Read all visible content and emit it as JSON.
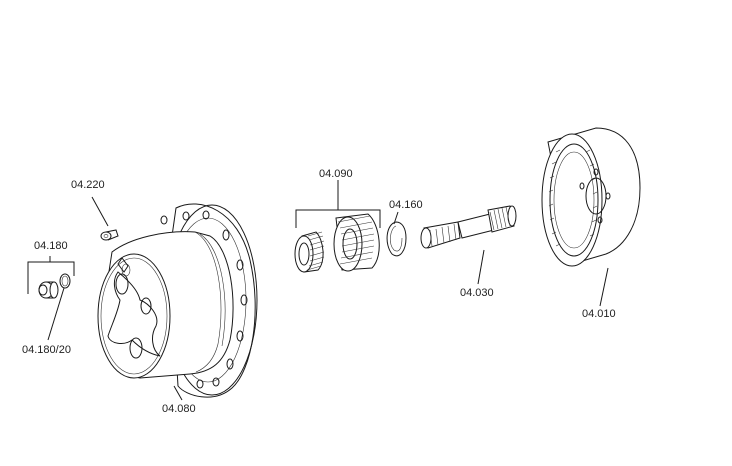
{
  "diagram": {
    "title": "",
    "labels": {
      "p04220": "04.220",
      "p04180": "04.180",
      "p04180_20": "04.180/20",
      "p04080": "04.080",
      "p04090": "04.090",
      "p04160": "04.160",
      "p04030": "04.030",
      "p04010": "04.010"
    }
  },
  "colors": {
    "line": "#1a1a1a",
    "text": "#222222",
    "background": "#ffffff"
  }
}
